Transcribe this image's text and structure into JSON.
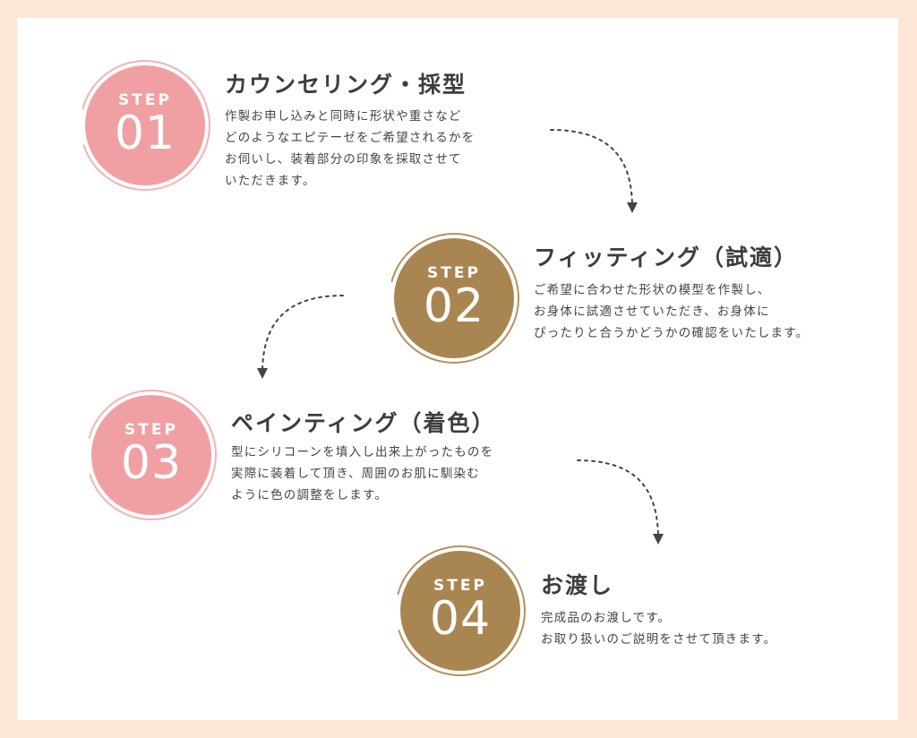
{
  "colors": {
    "pink": "#f0a0a3",
    "pink_ring": "#f3b3b6",
    "gold": "#a98651",
    "gold_ring": "#b4915d",
    "background": "#fde6d6",
    "card": "#ffffff",
    "text": "#444444"
  },
  "steps": [
    {
      "step_label": "STEP",
      "number": "01",
      "title": "カウンセリング・採型",
      "lines": [
        "作製お申し込みと同時に形状や重さなど",
        "どのようなエピテーゼをご希望されるかを",
        "お伺いし、装着部分の印象を採取させて",
        "いただきます。"
      ]
    },
    {
      "step_label": "STEP",
      "number": "02",
      "title": "フィッティング（試適）",
      "lines": [
        "ご希望に合わせた形状の模型を作製し、",
        "お身体に試適させていただき、お身体に",
        "ぴったりと合うかどうかの確認をいたします。"
      ]
    },
    {
      "step_label": "STEP",
      "number": "03",
      "title": "ペインティング（着色）",
      "lines": [
        "型にシリコーンを填入し出来上がったものを",
        "実際に装着して頂き、周囲のお肌に馴染む",
        "ように色の調整をします。"
      ]
    },
    {
      "step_label": "STEP",
      "number": "04",
      "title": "お渡し",
      "lines": [
        "完成品のお渡しです。",
        "お取り扱いのご説明をさせて頂きます。"
      ]
    }
  ]
}
